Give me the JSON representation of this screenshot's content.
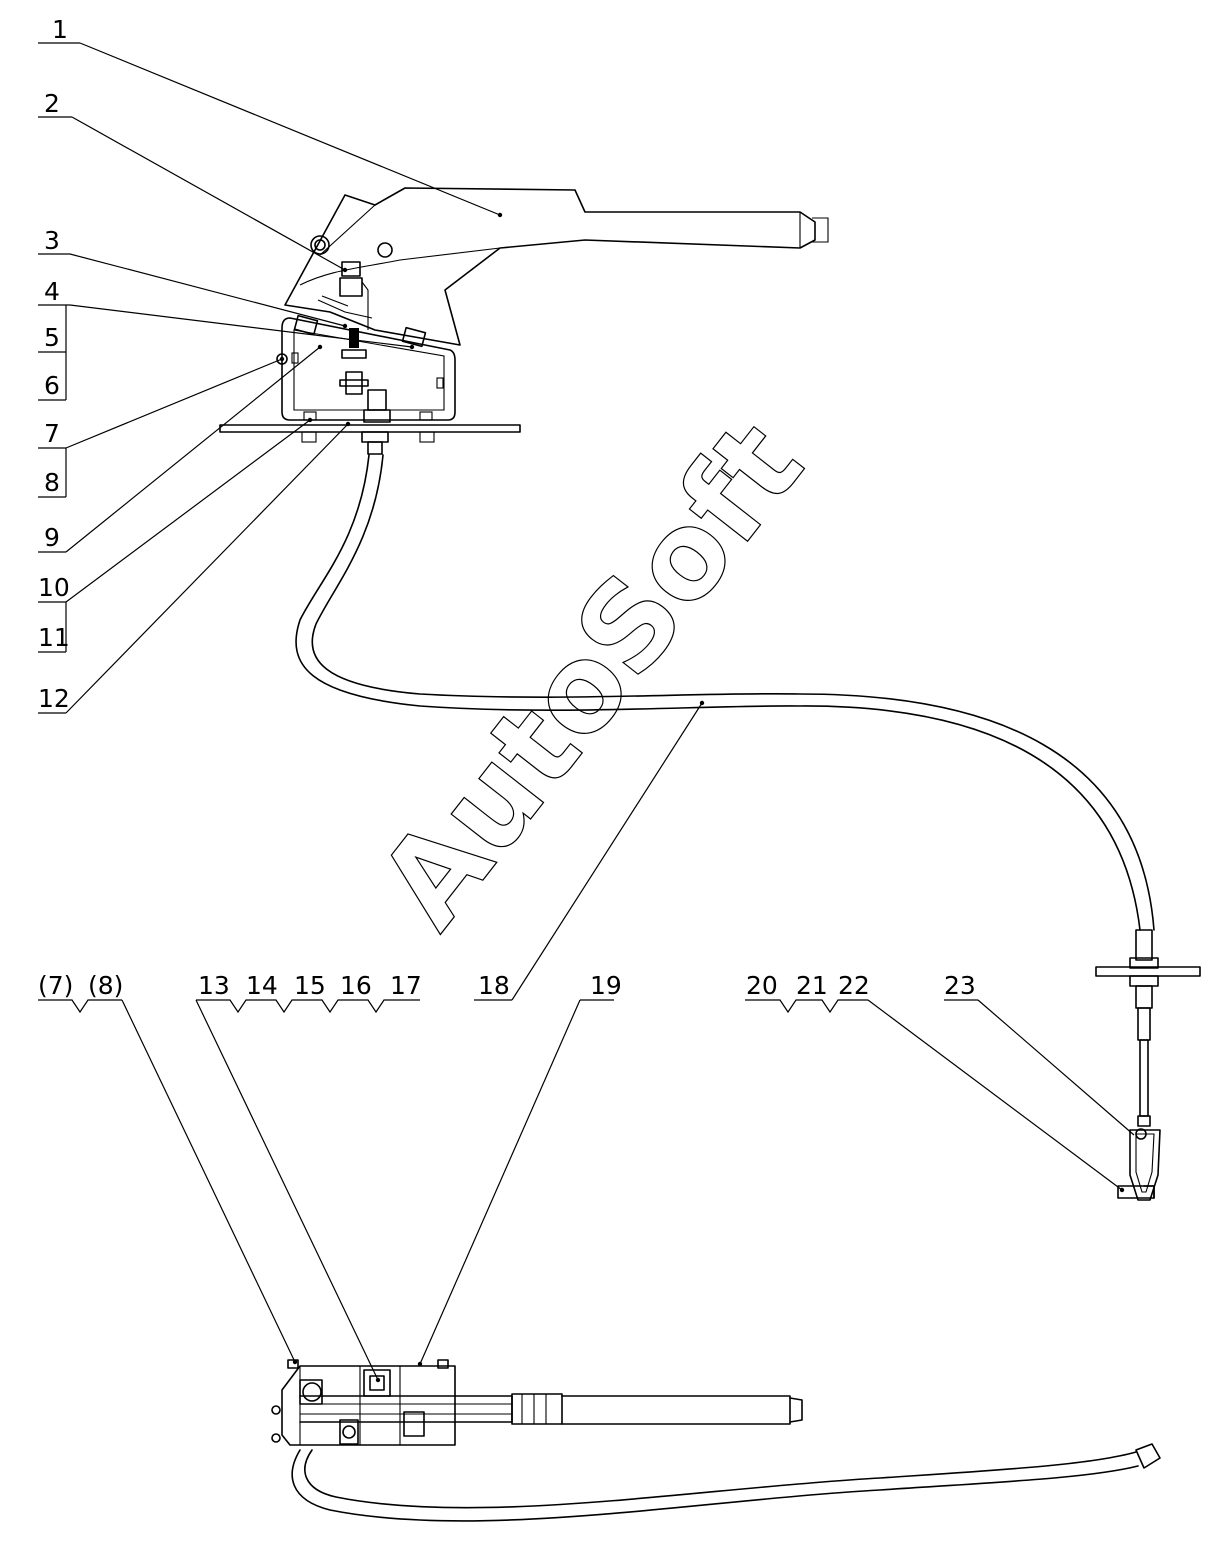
{
  "watermark": "AutoSoft",
  "callouts": [
    {
      "id": "c1",
      "label": "1"
    },
    {
      "id": "c2",
      "label": "2"
    },
    {
      "id": "c3",
      "label": "3"
    },
    {
      "id": "c4",
      "label": "4"
    },
    {
      "id": "c5",
      "label": "5"
    },
    {
      "id": "c6",
      "label": "6"
    },
    {
      "id": "c7",
      "label": "7"
    },
    {
      "id": "c8",
      "label": "8"
    },
    {
      "id": "c9",
      "label": "9"
    },
    {
      "id": "c10",
      "label": "10"
    },
    {
      "id": "c11",
      "label": "11"
    },
    {
      "id": "c12",
      "label": "12"
    },
    {
      "id": "c18",
      "label": "18"
    },
    {
      "id": "c19",
      "label": "19"
    },
    {
      "id": "c23",
      "label": "23"
    }
  ],
  "groups": [
    {
      "id": "g-7-8",
      "labels": [
        "(7)",
        "(8)"
      ]
    },
    {
      "id": "g-13-17",
      "labels": [
        "13",
        "14",
        "15",
        "16",
        "17"
      ]
    },
    {
      "id": "g-20-22",
      "labels": [
        "20",
        "21",
        "22"
      ]
    }
  ]
}
